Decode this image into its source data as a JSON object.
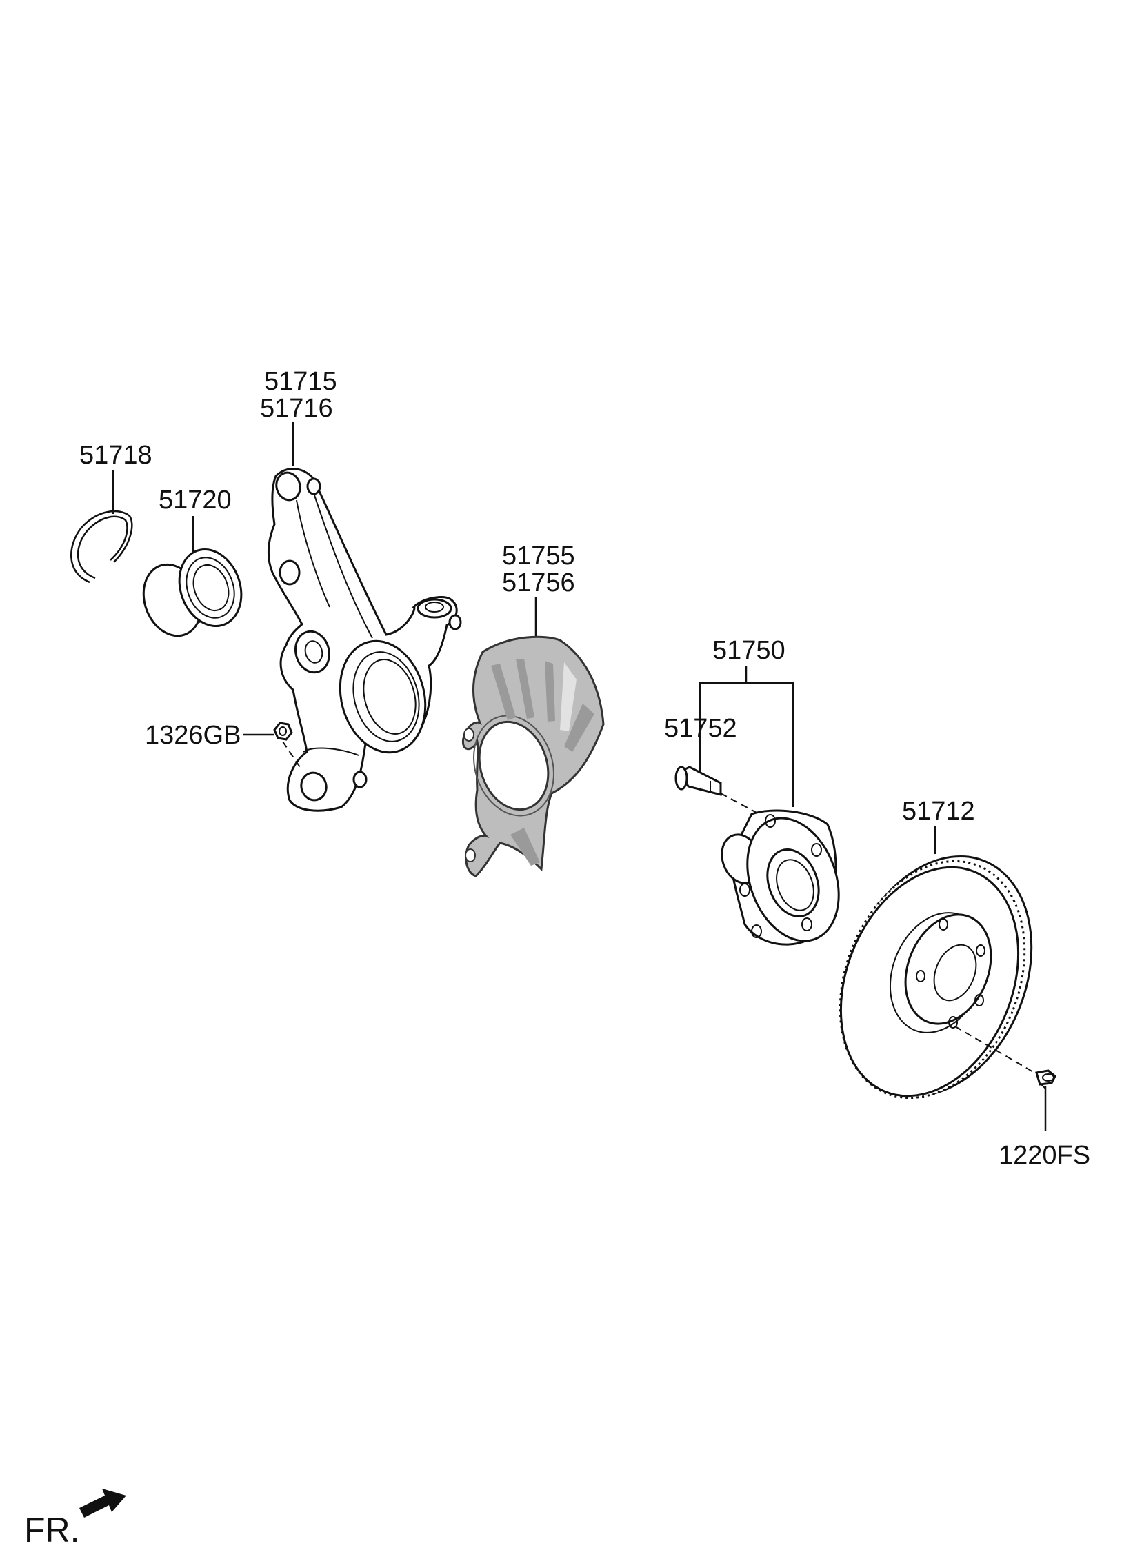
{
  "parts": [
    {
      "id": "snap-ring",
      "numbers": [
        "51718"
      ]
    },
    {
      "id": "wheel-bearing",
      "numbers": [
        "51720"
      ]
    },
    {
      "id": "knuckle",
      "numbers": [
        "51715",
        "51716"
      ]
    },
    {
      "id": "nut",
      "numbers": [
        "1326GB"
      ]
    },
    {
      "id": "dust-cover",
      "numbers": [
        "51755",
        "51756"
      ]
    },
    {
      "id": "hub-assembly",
      "numbers": [
        "51750"
      ]
    },
    {
      "id": "hub-bolt",
      "numbers": [
        "51752"
      ]
    },
    {
      "id": "brake-disc",
      "numbers": [
        "51712"
      ]
    },
    {
      "id": "disc-screw",
      "numbers": [
        "1220FS"
      ]
    }
  ],
  "direction_label": "FR.",
  "icons": {
    "direction": "arrow-icon"
  }
}
